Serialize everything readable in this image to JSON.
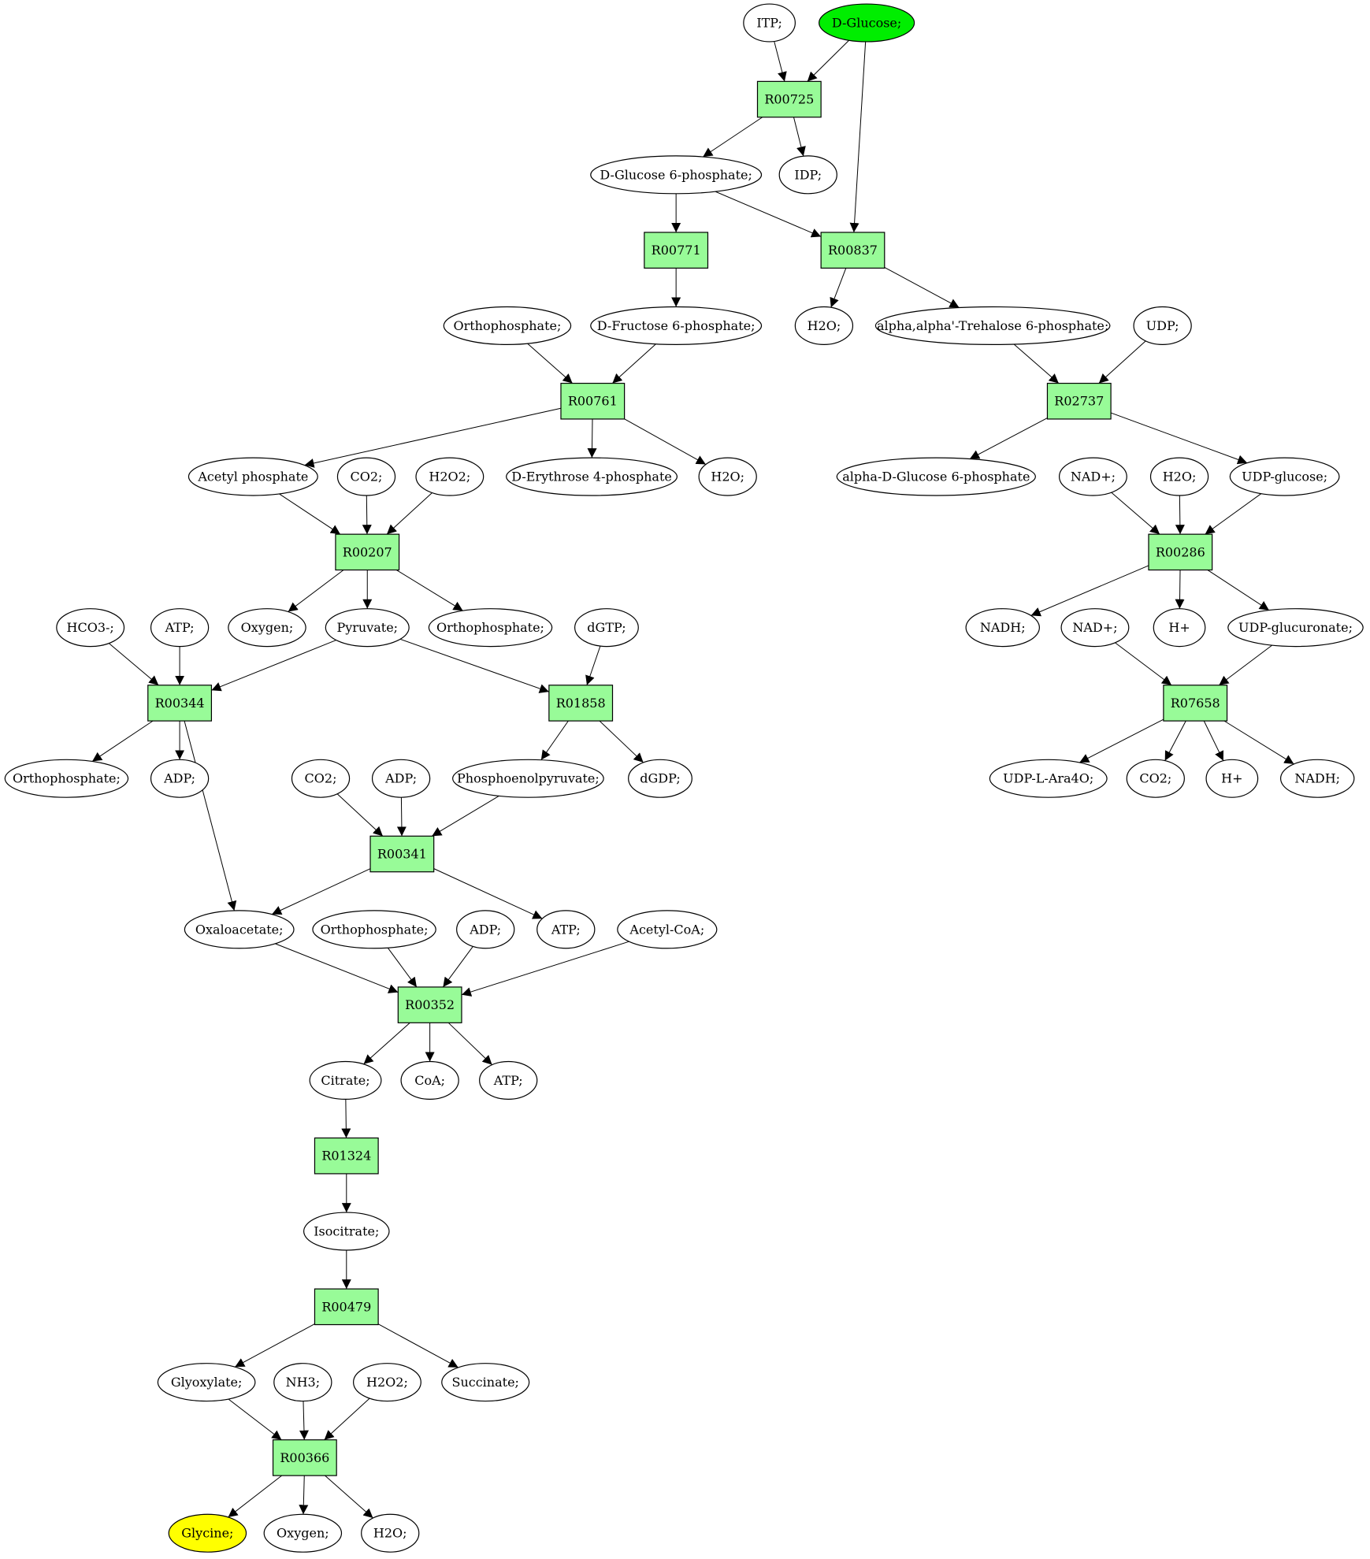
{
  "colors": {
    "rect_fill": "#98fb98",
    "source_fill": "#00ee00",
    "target_fill": "#ffff00",
    "ellipse_fill": "#ffffff",
    "stroke": "#000000"
  },
  "nodes": {
    "itp": {
      "label": "ITP;",
      "kind": "metabolite"
    },
    "dglucose": {
      "label": "D-Glucose;",
      "kind": "metabolite",
      "role": "source"
    },
    "r00725": {
      "label": "R00725",
      "kind": "reaction"
    },
    "dg6p": {
      "label": "D-Glucose 6-phosphate;",
      "kind": "metabolite"
    },
    "idp": {
      "label": "IDP;",
      "kind": "metabolite"
    },
    "r00771": {
      "label": "R00771",
      "kind": "reaction"
    },
    "r00837": {
      "label": "R00837",
      "kind": "reaction"
    },
    "orthophosphate1": {
      "label": "Orthophosphate;",
      "kind": "metabolite"
    },
    "df6p": {
      "label": "D-Fructose 6-phosphate;",
      "kind": "metabolite"
    },
    "h2o1": {
      "label": "H2O;",
      "kind": "metabolite"
    },
    "trehalose6p": {
      "label": "alpha,alpha'-Trehalose 6-phosphate;",
      "kind": "metabolite"
    },
    "udp": {
      "label": "UDP;",
      "kind": "metabolite"
    },
    "r00761": {
      "label": "R00761",
      "kind": "reaction"
    },
    "r02737": {
      "label": "R02737",
      "kind": "reaction"
    },
    "acetylphosphate": {
      "label": "Acetyl phosphate",
      "kind": "metabolite"
    },
    "co2a": {
      "label": "CO2;",
      "kind": "metabolite"
    },
    "h2o2a": {
      "label": "H2O2;",
      "kind": "metabolite"
    },
    "derythrose4p": {
      "label": "D-Erythrose 4-phosphate",
      "kind": "metabolite"
    },
    "h2o2": {
      "label": "H2O;",
      "kind": "metabolite"
    },
    "alphadg6p": {
      "label": "alpha-D-Glucose 6-phosphate",
      "kind": "metabolite"
    },
    "nad1": {
      "label": "NAD+;",
      "kind": "metabolite"
    },
    "h2o3": {
      "label": "H2O;",
      "kind": "metabolite"
    },
    "udpglucose": {
      "label": "UDP-glucose;",
      "kind": "metabolite"
    },
    "r00207": {
      "label": "R00207",
      "kind": "reaction"
    },
    "r00286": {
      "label": "R00286",
      "kind": "reaction"
    },
    "hco3": {
      "label": "HCO3-;",
      "kind": "metabolite"
    },
    "atp1": {
      "label": "ATP;",
      "kind": "metabolite"
    },
    "oxygen1": {
      "label": "Oxygen;",
      "kind": "metabolite"
    },
    "pyruvate": {
      "label": "Pyruvate;",
      "kind": "metabolite"
    },
    "orthophosphate2": {
      "label": "Orthophosphate;",
      "kind": "metabolite"
    },
    "dgtp": {
      "label": "dGTP;",
      "kind": "metabolite"
    },
    "nadh1": {
      "label": "NADH;",
      "kind": "metabolite"
    },
    "nad2": {
      "label": "NAD+;",
      "kind": "metabolite"
    },
    "hplus1": {
      "label": "H+",
      "kind": "metabolite"
    },
    "udpglucuronate": {
      "label": "UDP-glucuronate;",
      "kind": "metabolite"
    },
    "r00344": {
      "label": "R00344",
      "kind": "reaction"
    },
    "r01858": {
      "label": "R01858",
      "kind": "reaction"
    },
    "r07658": {
      "label": "R07658",
      "kind": "reaction"
    },
    "orthophosphate3": {
      "label": "Orthophosphate;",
      "kind": "metabolite"
    },
    "adp1": {
      "label": "ADP;",
      "kind": "metabolite"
    },
    "co2b": {
      "label": "CO2;",
      "kind": "metabolite"
    },
    "adp2": {
      "label": "ADP;",
      "kind": "metabolite"
    },
    "pep": {
      "label": "Phosphoenolpyruvate;",
      "kind": "metabolite"
    },
    "dgdp": {
      "label": "dGDP;",
      "kind": "metabolite"
    },
    "udplara4o": {
      "label": "UDP-L-Ara4O;",
      "kind": "metabolite"
    },
    "co2c": {
      "label": "CO2;",
      "kind": "metabolite"
    },
    "hplus2": {
      "label": "H+",
      "kind": "metabolite"
    },
    "nadh2": {
      "label": "NADH;",
      "kind": "metabolite"
    },
    "r00341": {
      "label": "R00341",
      "kind": "reaction"
    },
    "oxaloacetate": {
      "label": "Oxaloacetate;",
      "kind": "metabolite"
    },
    "orthophosphate4": {
      "label": "Orthophosphate;",
      "kind": "metabolite"
    },
    "adp3": {
      "label": "ADP;",
      "kind": "metabolite"
    },
    "atp2": {
      "label": "ATP;",
      "kind": "metabolite"
    },
    "acetylcoa": {
      "label": "Acetyl-CoA;",
      "kind": "metabolite"
    },
    "r00352": {
      "label": "R00352",
      "kind": "reaction"
    },
    "citrate": {
      "label": "Citrate;",
      "kind": "metabolite"
    },
    "coa": {
      "label": "CoA;",
      "kind": "metabolite"
    },
    "atp3": {
      "label": "ATP;",
      "kind": "metabolite"
    },
    "r01324": {
      "label": "R01324",
      "kind": "reaction"
    },
    "isocitrate": {
      "label": "Isocitrate;",
      "kind": "metabolite"
    },
    "r00479": {
      "label": "R00479",
      "kind": "reaction"
    },
    "glyoxylate": {
      "label": "Glyoxylate;",
      "kind": "metabolite"
    },
    "nh3": {
      "label": "NH3;",
      "kind": "metabolite"
    },
    "h2o2b": {
      "label": "H2O2;",
      "kind": "metabolite"
    },
    "succinate": {
      "label": "Succinate;",
      "kind": "metabolite"
    },
    "r00366": {
      "label": "R00366",
      "kind": "reaction"
    },
    "glycine": {
      "label": "Glycine;",
      "kind": "metabolite",
      "role": "target"
    },
    "oxygen2": {
      "label": "Oxygen;",
      "kind": "metabolite"
    },
    "h2o4": {
      "label": "H2O;",
      "kind": "metabolite"
    }
  },
  "edges": [
    [
      "itp",
      "r00725"
    ],
    [
      "dglucose",
      "r00725"
    ],
    [
      "dglucose",
      "r00837"
    ],
    [
      "r00725",
      "dg6p"
    ],
    [
      "r00725",
      "idp"
    ],
    [
      "dg6p",
      "r00771"
    ],
    [
      "dg6p",
      "r00837"
    ],
    [
      "r00771",
      "df6p"
    ],
    [
      "r00837",
      "h2o1"
    ],
    [
      "r00837",
      "trehalose6p"
    ],
    [
      "orthophosphate1",
      "r00761"
    ],
    [
      "df6p",
      "r00761"
    ],
    [
      "trehalose6p",
      "r02737"
    ],
    [
      "udp",
      "r02737"
    ],
    [
      "r00761",
      "acetylphosphate"
    ],
    [
      "r00761",
      "derythrose4p"
    ],
    [
      "r00761",
      "h2o2"
    ],
    [
      "r02737",
      "alphadg6p"
    ],
    [
      "r02737",
      "udpglucose"
    ],
    [
      "acetylphosphate",
      "r00207"
    ],
    [
      "co2a",
      "r00207"
    ],
    [
      "h2o2a",
      "r00207"
    ],
    [
      "nad1",
      "r00286"
    ],
    [
      "h2o3",
      "r00286"
    ],
    [
      "udpglucose",
      "r00286"
    ],
    [
      "r00207",
      "oxygen1"
    ],
    [
      "r00207",
      "pyruvate"
    ],
    [
      "r00207",
      "orthophosphate2"
    ],
    [
      "r00286",
      "nadh1"
    ],
    [
      "r00286",
      "hplus1"
    ],
    [
      "r00286",
      "udpglucuronate"
    ],
    [
      "hco3",
      "r00344"
    ],
    [
      "atp1",
      "r00344"
    ],
    [
      "pyruvate",
      "r00344"
    ],
    [
      "pyruvate",
      "r01858"
    ],
    [
      "dgtp",
      "r01858"
    ],
    [
      "nad2",
      "r07658"
    ],
    [
      "udpglucuronate",
      "r07658"
    ],
    [
      "r00344",
      "orthophosphate3"
    ],
    [
      "r00344",
      "adp1"
    ],
    [
      "r00344",
      "oxaloacetate"
    ],
    [
      "r01858",
      "pep"
    ],
    [
      "r01858",
      "dgdp"
    ],
    [
      "r07658",
      "udplara4o"
    ],
    [
      "r07658",
      "co2c"
    ],
    [
      "r07658",
      "hplus2"
    ],
    [
      "r07658",
      "nadh2"
    ],
    [
      "co2b",
      "r00341"
    ],
    [
      "adp2",
      "r00341"
    ],
    [
      "pep",
      "r00341"
    ],
    [
      "r00341",
      "oxaloacetate"
    ],
    [
      "r00341",
      "atp2"
    ],
    [
      "oxaloacetate",
      "r00352"
    ],
    [
      "orthophosphate4",
      "r00352"
    ],
    [
      "adp3",
      "r00352"
    ],
    [
      "acetylcoa",
      "r00352"
    ],
    [
      "r00352",
      "citrate"
    ],
    [
      "r00352",
      "coa"
    ],
    [
      "r00352",
      "atp3"
    ],
    [
      "citrate",
      "r01324"
    ],
    [
      "r01324",
      "isocitrate"
    ],
    [
      "isocitrate",
      "r00479"
    ],
    [
      "r00479",
      "glyoxylate"
    ],
    [
      "r00479",
      "succinate"
    ],
    [
      "glyoxylate",
      "r00366"
    ],
    [
      "nh3",
      "r00366"
    ],
    [
      "h2o2b",
      "r00366"
    ],
    [
      "r00366",
      "glycine"
    ],
    [
      "r00366",
      "oxygen2"
    ],
    [
      "r00366",
      "h2o4"
    ]
  ]
}
